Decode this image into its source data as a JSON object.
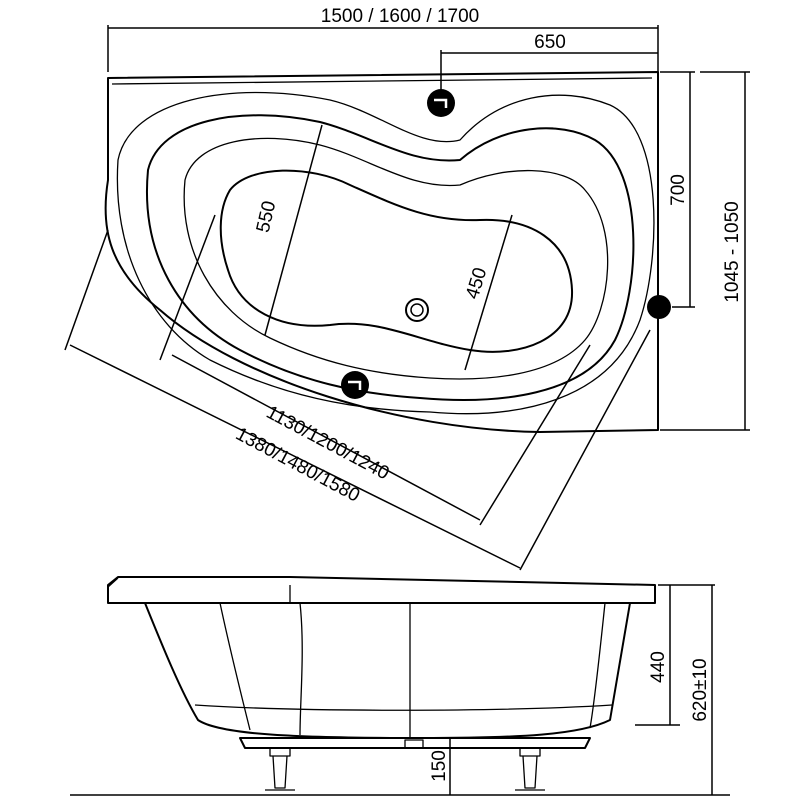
{
  "dimensions": {
    "overall_length": "1500 / 1600 / 1700",
    "drain_offset": "650",
    "drain_depth": "700",
    "overall_width": "1045 - 1050",
    "inner_width_head": "550",
    "inner_width_foot": "450",
    "inner_length": "1130/1200/1240",
    "diagonal_length": "1380/1480/1580",
    "inner_depth": "440",
    "total_height": "620±10",
    "leg_height": "150"
  },
  "components": {
    "overflow": "overflow-hole",
    "drain": "drain-hole",
    "mixer": "mixer-hole",
    "tap": "tap-hole"
  }
}
